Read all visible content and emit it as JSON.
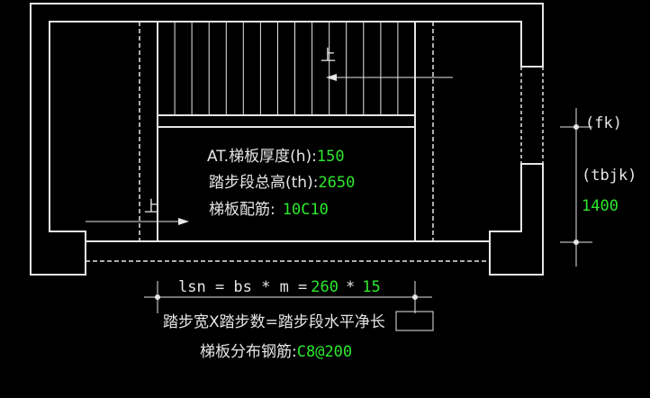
{
  "colors": {
    "background": "#000000",
    "line": "#e6e6e6",
    "label": "#e6e6e6",
    "value": "#2ee82e"
  },
  "annotations": {
    "up_arrow_top": "上",
    "up_arrow_left": "上",
    "label_fk": "(fk)",
    "label_tbjk": "(tbjk)",
    "value_tbjk": "1400"
  },
  "params": {
    "thickness_label": "AT.梯板厚度(h):",
    "thickness_value": "150",
    "height_label": "踏步段总高(th):",
    "height_value": "2650",
    "rebar_label": "梯板配筋:",
    "rebar_value": "10C10"
  },
  "formula": {
    "lsn_label": "lsn = bs * m =",
    "bs_value": "260",
    "times": "*",
    "m_value": "15",
    "caption_prefix": "踏步宽X踏步数=踏步段水平",
    "caption_boxed": "净长"
  },
  "distribution": {
    "label": "梯板分布钢筋:",
    "value": "C8@200"
  }
}
